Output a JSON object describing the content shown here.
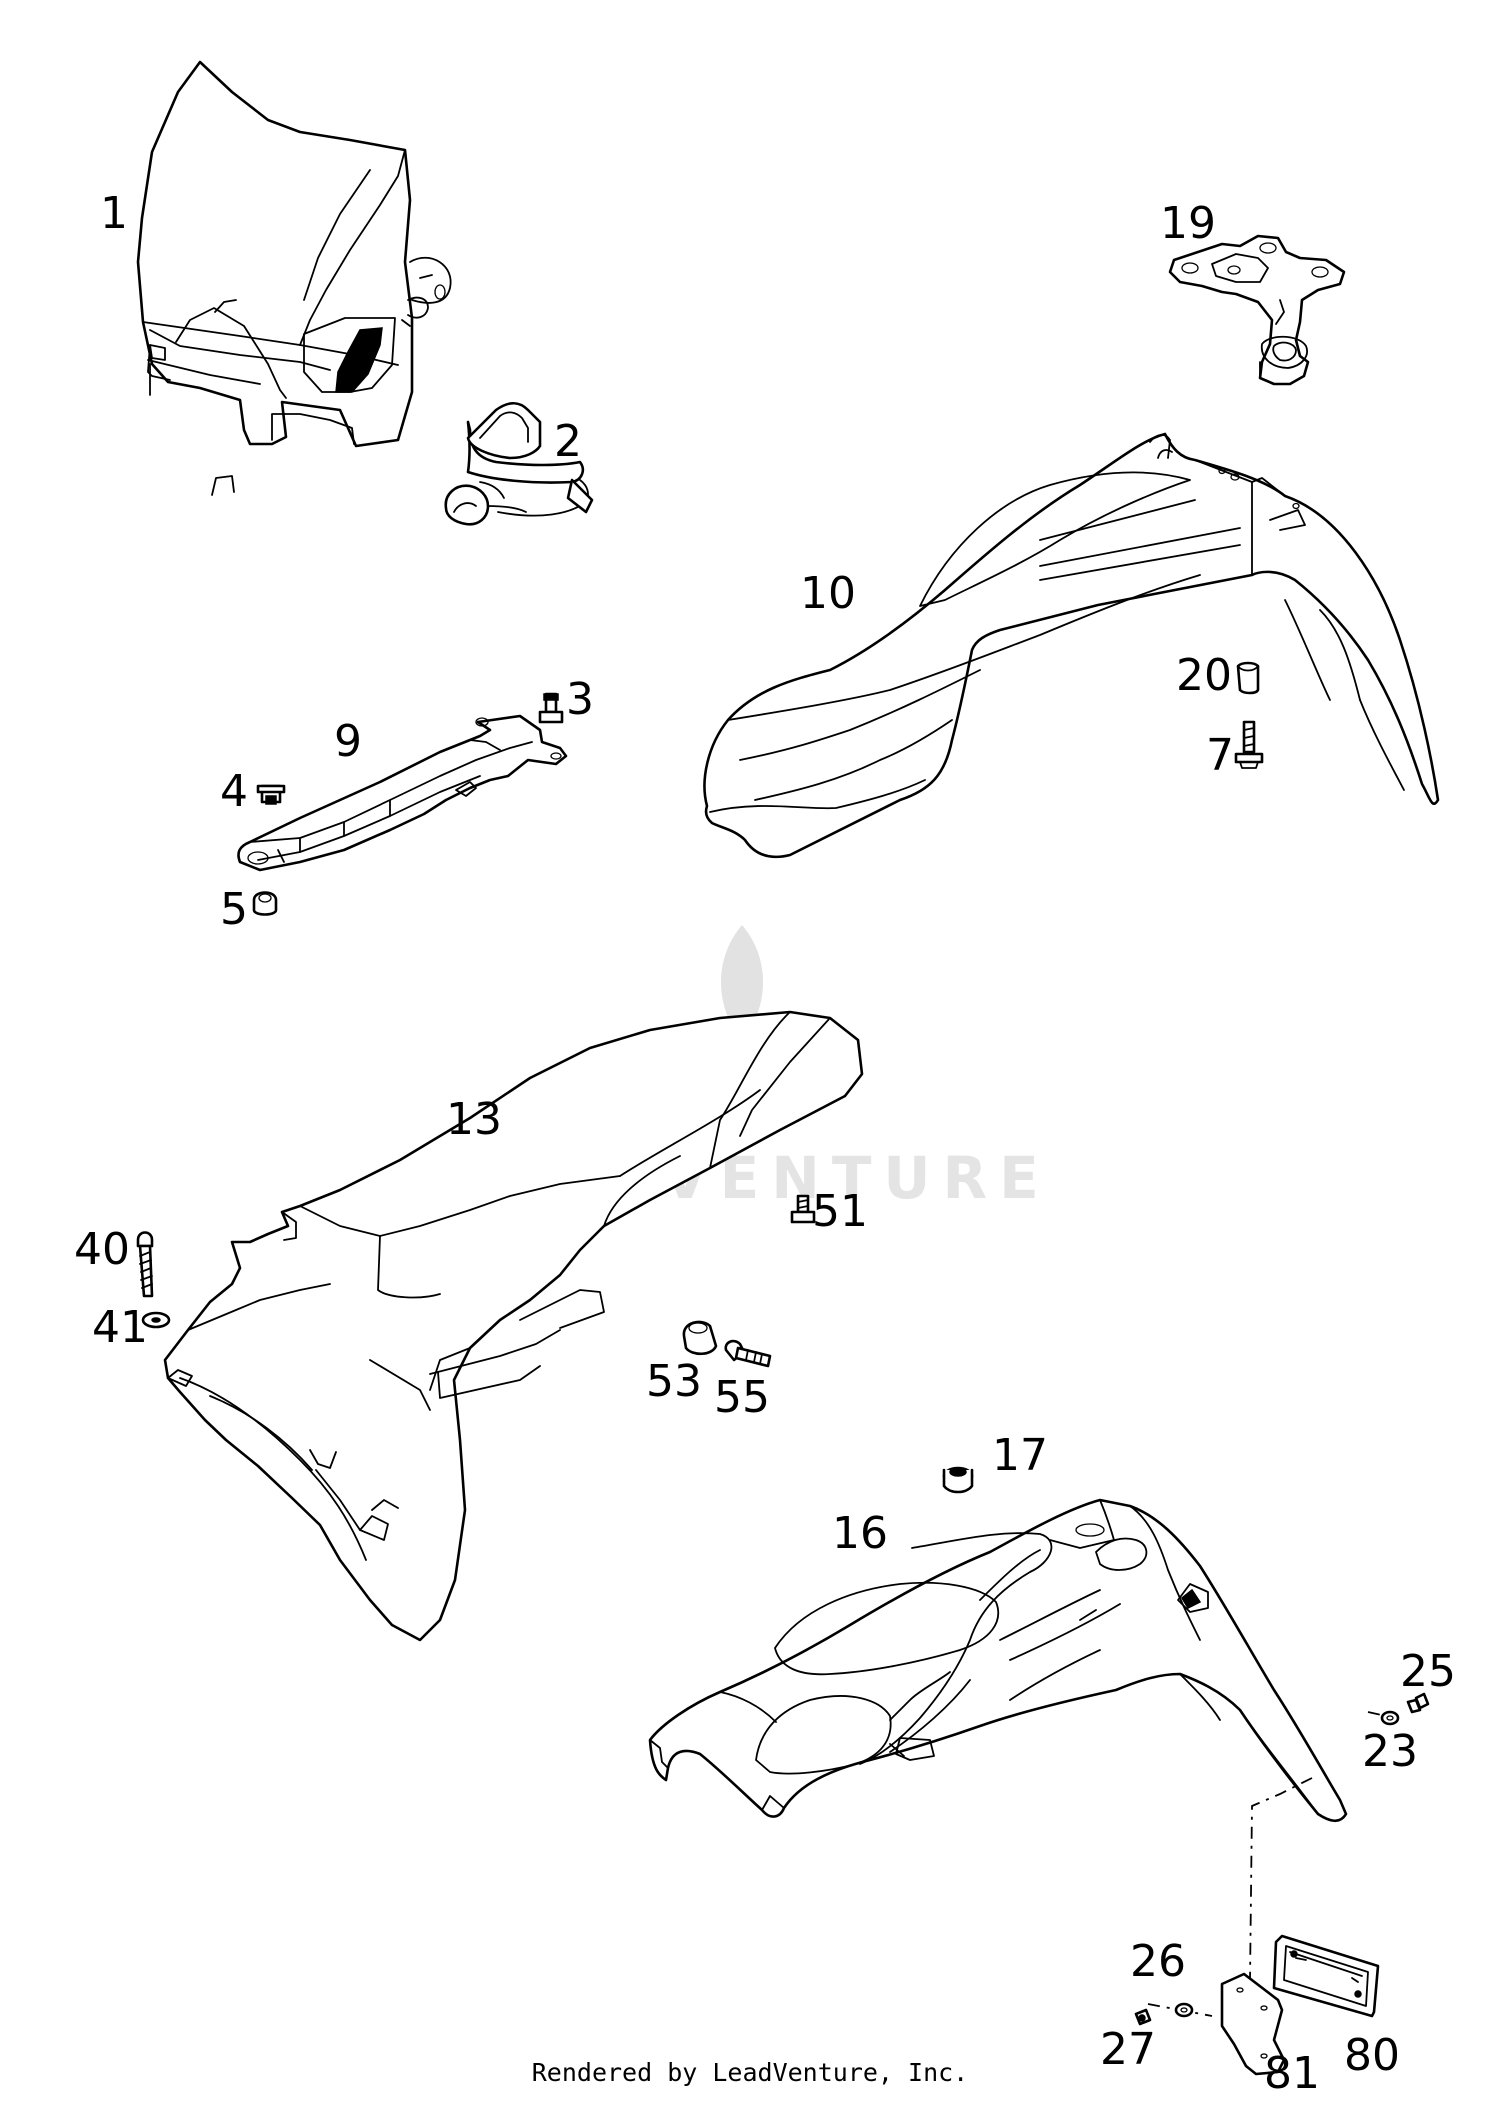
{
  "watermark": {
    "text": "LEADVENTURE"
  },
  "footer": {
    "text": "Rendered by LeadVenture, Inc."
  },
  "callouts": {
    "c1": "1",
    "c2": "2",
    "c3": "3",
    "c4": "4",
    "c5": "5",
    "c7": "7",
    "c9": "9",
    "c10": "10",
    "c13": "13",
    "c16": "16",
    "c17": "17",
    "c19": "19",
    "c20": "20",
    "c23": "23",
    "c25": "25",
    "c26": "26",
    "c27": "27",
    "c40": "40",
    "c41": "41",
    "c51": "51",
    "c53": "53",
    "c55": "55",
    "c80": "80",
    "c81": "81"
  }
}
